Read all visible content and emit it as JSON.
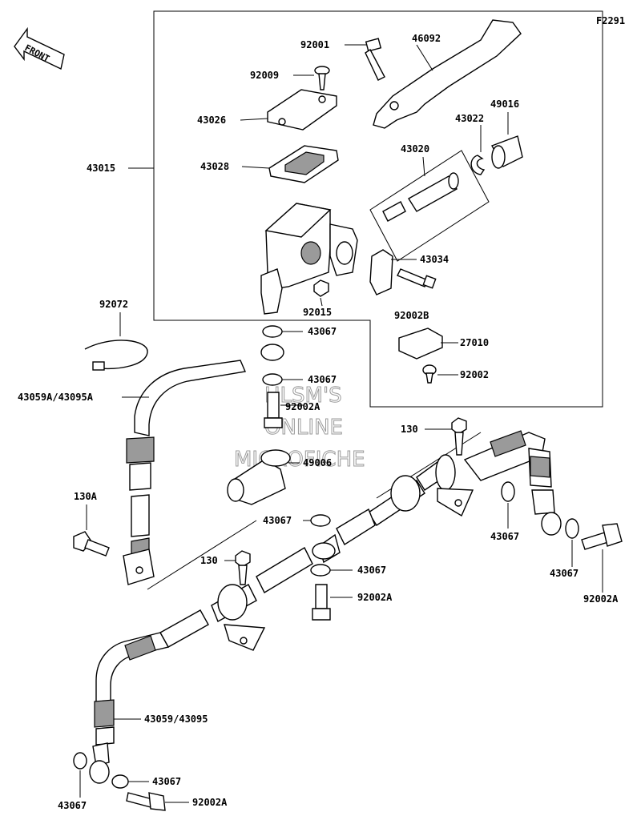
{
  "figure_code": "F2291",
  "direction_label": "FRONT",
  "watermark": [
    "HLSM'S",
    "ONLINE",
    "MICROFICHE"
  ],
  "labels": {
    "p92001": "92001",
    "p46092": "46092",
    "p92009": "92009",
    "p43026": "43026",
    "p43022": "43022",
    "p49016": "49016",
    "p43015": "43015",
    "p43028": "43028",
    "p43020": "43020",
    "p43034": "43034",
    "p92002B": "92002B",
    "p92015": "92015",
    "p92072": "92072",
    "p43067_a": "43067",
    "p27010": "27010",
    "p43067_b": "43067",
    "p92002A_a": "92002A",
    "p92002": "92002",
    "p43059A": "43059A/43095A",
    "p130_a": "130",
    "p49006": "49006",
    "p130A": "130A",
    "p43067_c": "43067",
    "p43067_d": "43067",
    "p130_b": "130",
    "p43067_e": "43067",
    "p92002A_b": "92002A",
    "p43067_f": "43067",
    "p92002A_c": "92002A",
    "p43059": "43059/43095",
    "p43067_g": "43067",
    "p43067_h": "43067",
    "p92002A_d": "92002A"
  }
}
